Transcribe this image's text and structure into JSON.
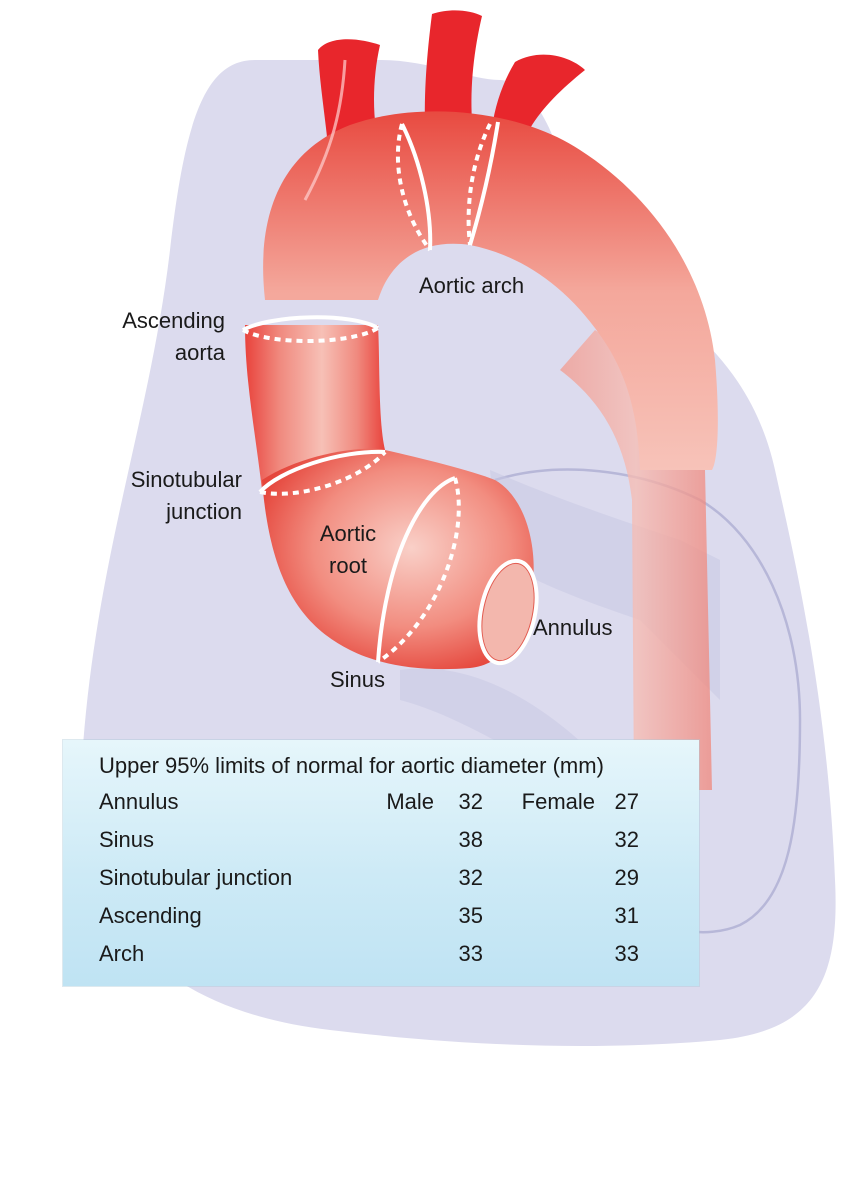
{
  "labels": {
    "aortic_arch": "Aortic arch",
    "ascending_aorta_line1": "Ascending",
    "ascending_aorta_line2": "aorta",
    "sinotubular_line1": "Sinotubular",
    "sinotubular_line2": "junction",
    "aortic_root_line1": "Aortic",
    "aortic_root_line2": "root",
    "annulus": "Annulus",
    "sinus": "Sinus"
  },
  "table": {
    "title": "Upper 95% limits of normal for aortic diameter (mm)",
    "male_label": "Male",
    "female_label": "Female",
    "rows": [
      {
        "name": "Annulus",
        "male": "32",
        "female": "27"
      },
      {
        "name": "Sinus",
        "male": "38",
        "female": "32"
      },
      {
        "name": "Sinotubular junction",
        "male": "32",
        "female": "29"
      },
      {
        "name": "Ascending",
        "male": "35",
        "female": "31"
      },
      {
        "name": "Arch",
        "male": "33",
        "female": "33"
      }
    ]
  },
  "colors": {
    "heart_background": "#dcdbee",
    "aorta_red": "#e8262c",
    "aorta_light": "#f7b7ae",
    "table_light": "#e6f6fb",
    "table_dark": "#bfe3f3"
  }
}
